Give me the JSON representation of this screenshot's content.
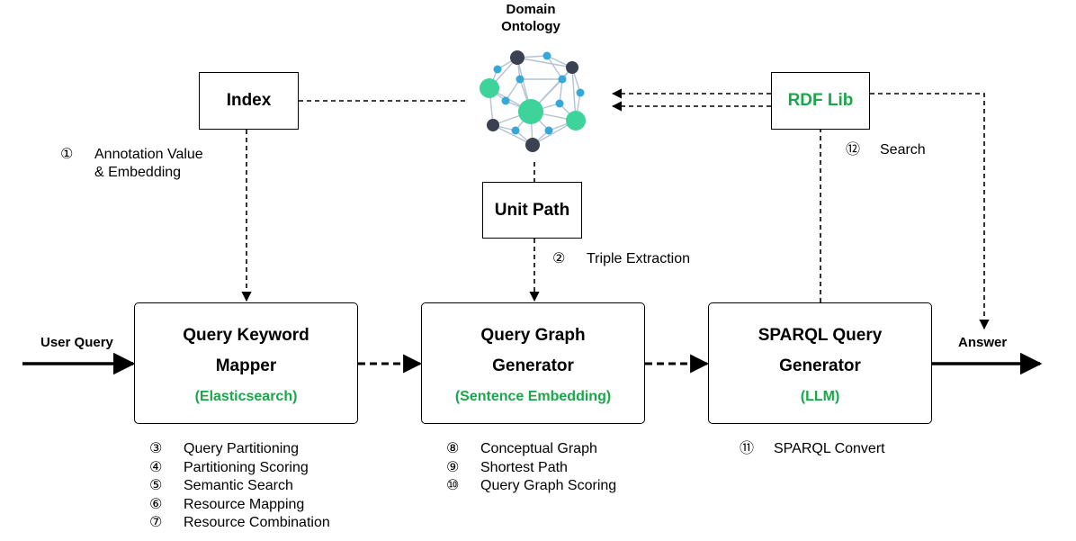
{
  "ontology": {
    "title_line1": "Domain",
    "title_line2": "Ontology"
  },
  "index": {
    "label": "Index"
  },
  "rdf_lib": {
    "label": "RDF Lib"
  },
  "unit_path": {
    "label": "Unit Path"
  },
  "annotation": {
    "num": "①",
    "line1": "Annotation Value",
    "line2": "& Embedding"
  },
  "triple": {
    "num": "②",
    "text": "Triple Extraction"
  },
  "search": {
    "num": "⑫",
    "text": "Search"
  },
  "user_query": "User Query",
  "answer": "Answer",
  "mapper": {
    "line1": "Query Keyword",
    "line2": "Mapper",
    "sub": "(Elasticsearch)"
  },
  "graph_gen": {
    "line1": "Query Graph",
    "line2": "Generator",
    "sub": "(Sentence Embedding)"
  },
  "sparql_gen": {
    "line1": "SPARQL Query",
    "line2": "Generator",
    "sub": "(LLM)"
  },
  "mapper_steps": [
    {
      "num": "③",
      "text": "Query Partitioning"
    },
    {
      "num": "④",
      "text": "Partitioning Scoring"
    },
    {
      "num": "⑤",
      "text": "Semantic Search"
    },
    {
      "num": "⑥",
      "text": "Resource Mapping"
    },
    {
      "num": "⑦",
      "text": "Resource Combination"
    }
  ],
  "graph_steps": [
    {
      "num": "⑧",
      "text": "Conceptual Graph"
    },
    {
      "num": "⑨",
      "text": "Shortest Path"
    },
    {
      "num": "⑩",
      "text": "Query Graph Scoring"
    }
  ],
  "sparql_steps": [
    {
      "num": "⑪",
      "text": "SPARQL Convert"
    }
  ],
  "colors": {
    "accent_green": "#1aa64a",
    "node_green": "#3dd39a",
    "node_dark": "#3b4150",
    "node_blue": "#36a8d8",
    "edge": "#b5c3d3"
  }
}
